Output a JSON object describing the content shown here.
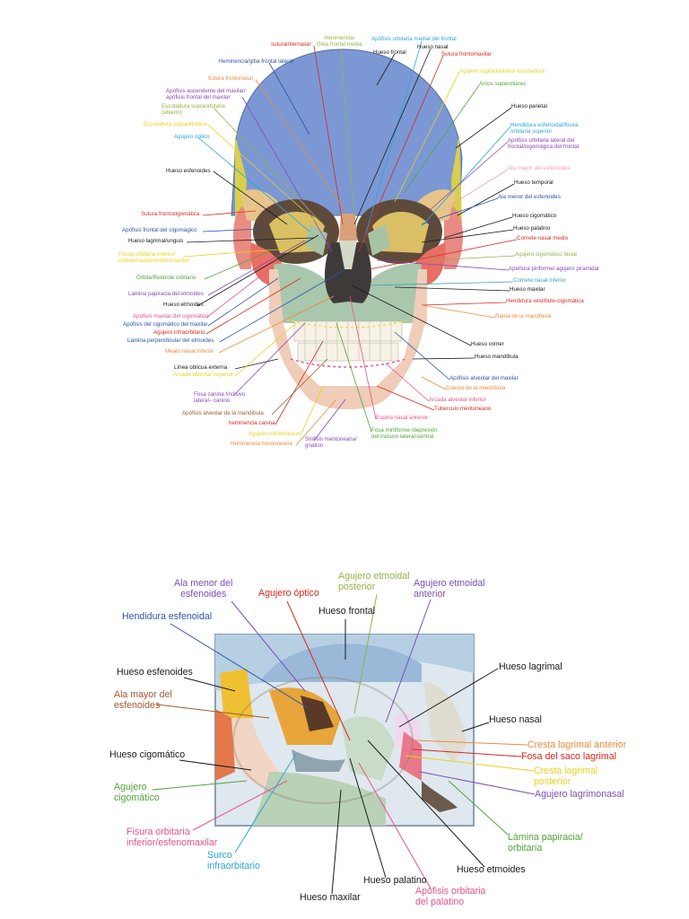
{
  "colors": {
    "black": "#1a1a1a",
    "red": "#d42a20",
    "orange": "#ef8a3a",
    "yellow": "#e8d21e",
    "green": "#52a33a",
    "olive": "#93b24a",
    "blue": "#2a55a8",
    "cyan": "#2aa6d6",
    "purple": "#8a47b5",
    "violet": "#7a4fb8",
    "pink": "#e8518e",
    "lightpink": "#f0a0b8",
    "brown": "#a05a2c",
    "teal": "#3b9fb5"
  },
  "upper": {
    "labels": [
      {
        "text": "suturainternasal",
        "color": "red"
      },
      {
        "text": "Heminencia/\nGiba frontal media",
        "color": "olive"
      },
      {
        "text": "Apófisis orbitaria medial del frontal",
        "color": "cyan"
      },
      {
        "text": "Hueso nasal",
        "color": "black"
      },
      {
        "text": "Hueso frontal",
        "color": "black"
      },
      {
        "text": "Sutura frontomaxilar",
        "color": "red"
      },
      {
        "text": "Heminencia/giba frontal lateral",
        "color": "blue"
      },
      {
        "text": "Agujero supraorbitario/ escotadura",
        "color": "yellow"
      },
      {
        "text": "Sutura frontonasal",
        "color": "orange"
      },
      {
        "text": "Arcos superciliares",
        "color": "green"
      },
      {
        "text": "Apófisis ascendente del maxilar/\napófisis frontal del maxilar",
        "color": "purple"
      },
      {
        "text": "Escotadura supraorbitaria\n(abierto)",
        "color": "olive"
      },
      {
        "text": "Hueso parietal",
        "color": "black"
      },
      {
        "text": "Escotadura supraorbitaria",
        "color": "yellow"
      },
      {
        "text": "Hendidura esfenoidal/fisura\norbitaria superior",
        "color": "cyan"
      },
      {
        "text": "Agujero óptico",
        "color": "cyan"
      },
      {
        "text": "Apófisis orbitaria lateral del\nfrontal/cigomágica del frontal",
        "color": "purple"
      },
      {
        "text": "Ala mayor del esfenoides",
        "color": "lightpink"
      },
      {
        "text": "Hueso esfenoides",
        "color": "black"
      },
      {
        "text": "Hueso temporal",
        "color": "black"
      },
      {
        "text": "Ala menor del esfenoides",
        "color": "blue"
      },
      {
        "text": "Sutura frontocigomática",
        "color": "red"
      },
      {
        "text": "Hueso cigomático",
        "color": "black"
      },
      {
        "text": "Apófisis frontal del cigomágico",
        "color": "blue"
      },
      {
        "text": "Hueso palatino",
        "color": "black"
      },
      {
        "text": "Hueso lagrimal/unguis",
        "color": "black"
      },
      {
        "text": "Cornete nasal medio",
        "color": "red"
      },
      {
        "text": "Fisura orbitaria inferior/\nesfenomaxilar/esfenomaxilar",
        "color": "yellow"
      },
      {
        "text": "Agujero cigomático facial",
        "color": "olive"
      },
      {
        "text": "Apertura piriforme/ agujero piramidal",
        "color": "purple"
      },
      {
        "text": "Órbita/Reborde orbitario",
        "color": "green"
      },
      {
        "text": "Cornete nasal inferior",
        "color": "teal"
      },
      {
        "text": "Hueso maxilar",
        "color": "black"
      },
      {
        "text": "Lamina papiracia del etmoides",
        "color": "purple"
      },
      {
        "text": "Hendidura vestíbulo-cigomática",
        "color": "red"
      },
      {
        "text": "Hueso etmoides",
        "color": "black"
      },
      {
        "text": "Rama de la mandíbula",
        "color": "orange"
      },
      {
        "text": "Apófisis maxilar del cigomático",
        "color": "pink"
      },
      {
        "text": "Apófisis del cigomático del maxilar",
        "color": "blue"
      },
      {
        "text": "Agujero infraorbitario",
        "color": "red"
      },
      {
        "text": "Hueso vomer",
        "color": "black"
      },
      {
        "text": "Lamina perpendicular del etmoides",
        "color": "blue"
      },
      {
        "text": "Hueso mandíbula",
        "color": "black"
      },
      {
        "text": "Meato nasal inferior",
        "color": "orange"
      },
      {
        "text": "Línea oblicua externa",
        "color": "black"
      },
      {
        "text": "Apófisis alveolar del maxilar",
        "color": "blue"
      },
      {
        "text": "Arcada alveolar superior",
        "color": "yellow"
      },
      {
        "text": "Cuerpo de la mandíbula",
        "color": "orange"
      },
      {
        "text": "Fosa canina /incisivo\nlateral– canino",
        "color": "purple"
      },
      {
        "text": "Arcada alveolar inferior",
        "color": "pink"
      },
      {
        "text": "Apófisis alveolar de la mandíbula",
        "color": "brown"
      },
      {
        "text": "Tuberculo mentoneano",
        "color": "red"
      },
      {
        "text": "heminencia canina",
        "color": "red"
      },
      {
        "text": "Espina nasal anterior",
        "color": "pink"
      },
      {
        "text": "Agujero mentoneano",
        "color": "yellow"
      },
      {
        "text": "Fosa mirtiforme /depresión\ndel incisivo lateral-central",
        "color": "green"
      },
      {
        "text": "Heminencia mentoneana",
        "color": "orange"
      },
      {
        "text": "Sínfisis mentoneana/\ngnation",
        "color": "purple"
      }
    ]
  },
  "lower": {
    "labels": [
      {
        "text": "Ala menor del\nesfenoides",
        "color": "violet"
      },
      {
        "text": "Agujero óptico",
        "color": "red"
      },
      {
        "text": "Agujero etmoidal\nposterior",
        "color": "olive"
      },
      {
        "text": "Agujero etmoidal\nanterior",
        "color": "violet"
      },
      {
        "text": "Hendidura esfenoidal",
        "color": "blue"
      },
      {
        "text": "Hueso frontal",
        "color": "black"
      },
      {
        "text": "Hueso esfenoides",
        "color": "black"
      },
      {
        "text": "Hueso lagrimal",
        "color": "black"
      },
      {
        "text": "Ala mayor del\nesfenoides",
        "color": "brown"
      },
      {
        "text": "Hueso nasal",
        "color": "black"
      },
      {
        "text": "Hueso cigomático",
        "color": "black"
      },
      {
        "text": "Cresta lagrimal anterior",
        "color": "orange"
      },
      {
        "text": "Fosa del saco lagrimal",
        "color": "red"
      },
      {
        "text": "Cresta lagrimal\nposterior",
        "color": "yellow"
      },
      {
        "text": "Agujero\ncigomático",
        "color": "green"
      },
      {
        "text": "Agujero lagrimonasal",
        "color": "violet"
      },
      {
        "text": "Fisura orbitaria\ninferior/esfenomaxilar",
        "color": "pink"
      },
      {
        "text": "Surco\ninfraorbitario",
        "color": "cyan"
      },
      {
        "text": "Lámina papiracia/\norbitaria",
        "color": "green"
      },
      {
        "text": "Hueso etmoides",
        "color": "black"
      },
      {
        "text": "Hueso palatino",
        "color": "black"
      },
      {
        "text": "Hueso maxilar",
        "color": "black"
      },
      {
        "text": "Apófisis orbitaria\ndel palatino",
        "color": "pink"
      }
    ]
  }
}
